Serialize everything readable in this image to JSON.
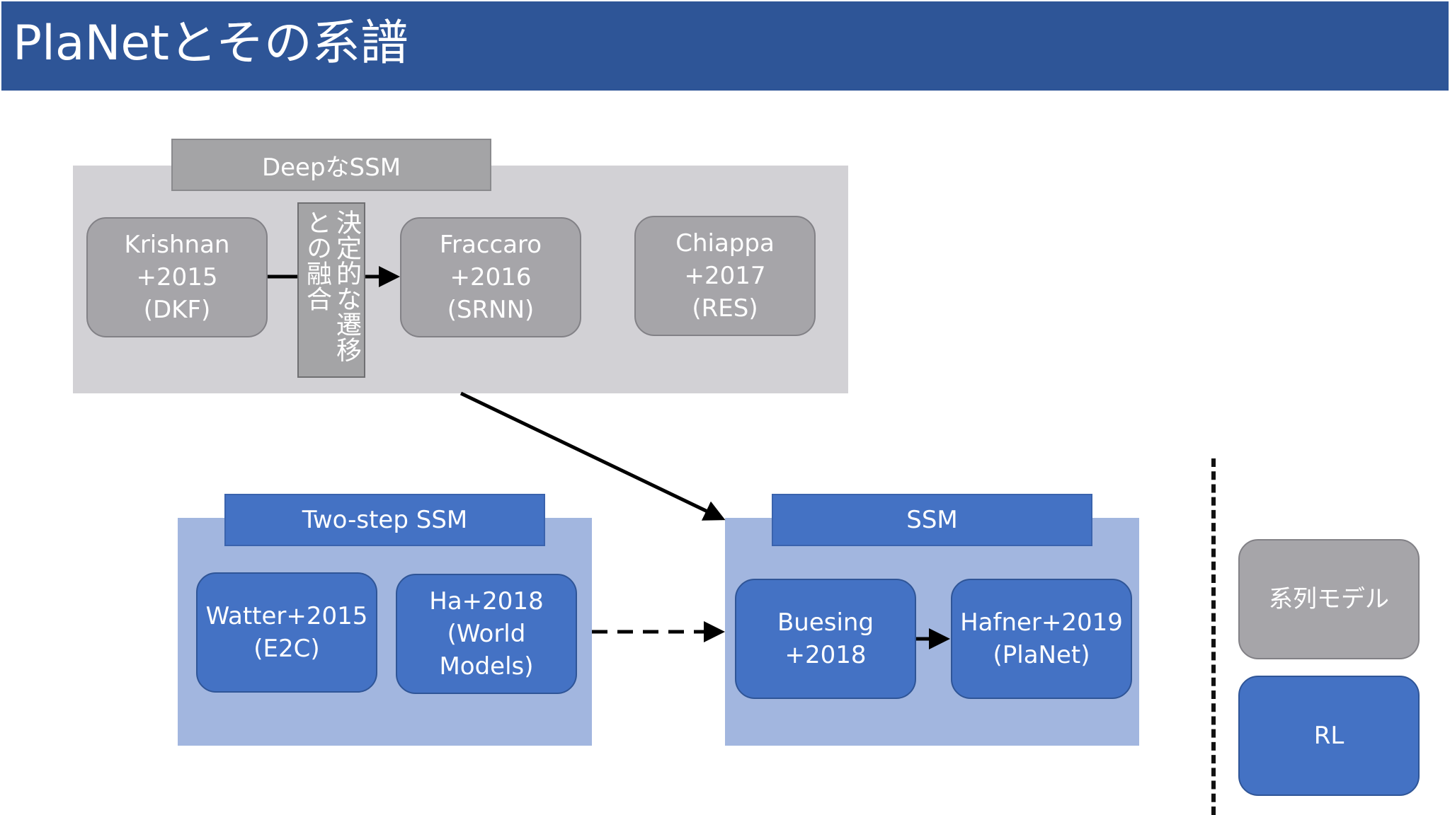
{
  "slide": {
    "title": "PlaNetとその系譜"
  },
  "groups": {
    "deep_ssm": {
      "header": "DeepなSSM"
    },
    "two_step_ssm": {
      "header": "Two-step SSM"
    },
    "ssm": {
      "header": "SSM"
    }
  },
  "nodes": {
    "krishnan": "Krishnan\n+2015\n(DKF)",
    "fraccaro": "Fraccaro\n+2016\n(SRNN)",
    "chiappa": "Chiappa\n+2017\n(RES)",
    "watter": "Watter+2015\n(E2C)",
    "ha": "Ha+2018\n(World\nModels)",
    "buesing": "Buesing\n+2018",
    "hafner": "Hafner+2019\n(PlaNet)"
  },
  "edge_labels": {
    "deterministic_fusion": "決定的な遷移との融合"
  },
  "legend": {
    "series_model": "系列モデル",
    "rl": "RL"
  },
  "colors": {
    "title_bar": "#2e5597",
    "gray_region": "#d2d1d5",
    "blue_region": "#a2b6df",
    "gray_node": "#a6a5a9",
    "blue_node": "#4472c4"
  }
}
